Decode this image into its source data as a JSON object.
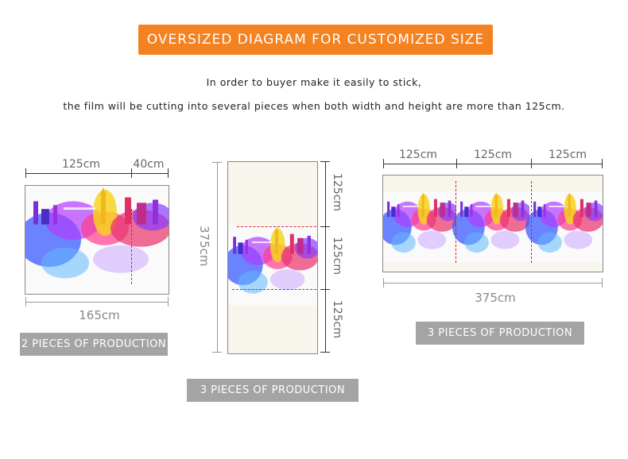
{
  "banner": {
    "title": "OVERSIZED DIAGRAM FOR CUSTOMIZED SIZE",
    "color": "#f58220"
  },
  "intro": {
    "line1": "In order to buyer make it easily to stick,",
    "line2": "the film will be cutting into several pieces when both width and height are more than 125cm."
  },
  "diagram_left": {
    "top_dims": [
      "125cm",
      "40cm"
    ],
    "bottom_dim": "165cm",
    "badge": "2 PIECES OF PRODUCTION"
  },
  "diagram_middle": {
    "side_dim": "375cm",
    "right_dims": [
      "125cm",
      "125cm",
      "125cm"
    ],
    "badge": "3 PIECES OF PRODUCTION"
  },
  "diagram_right": {
    "top_dims": [
      "125cm",
      "125cm",
      "125cm"
    ],
    "bottom_dim": "375cm",
    "badge": "3 PIECES OF PRODUCTION"
  },
  "colors": {
    "cut_line": "#dd2222",
    "badge": "#a4a4a4",
    "panel_bg": "#f8f6ec"
  }
}
